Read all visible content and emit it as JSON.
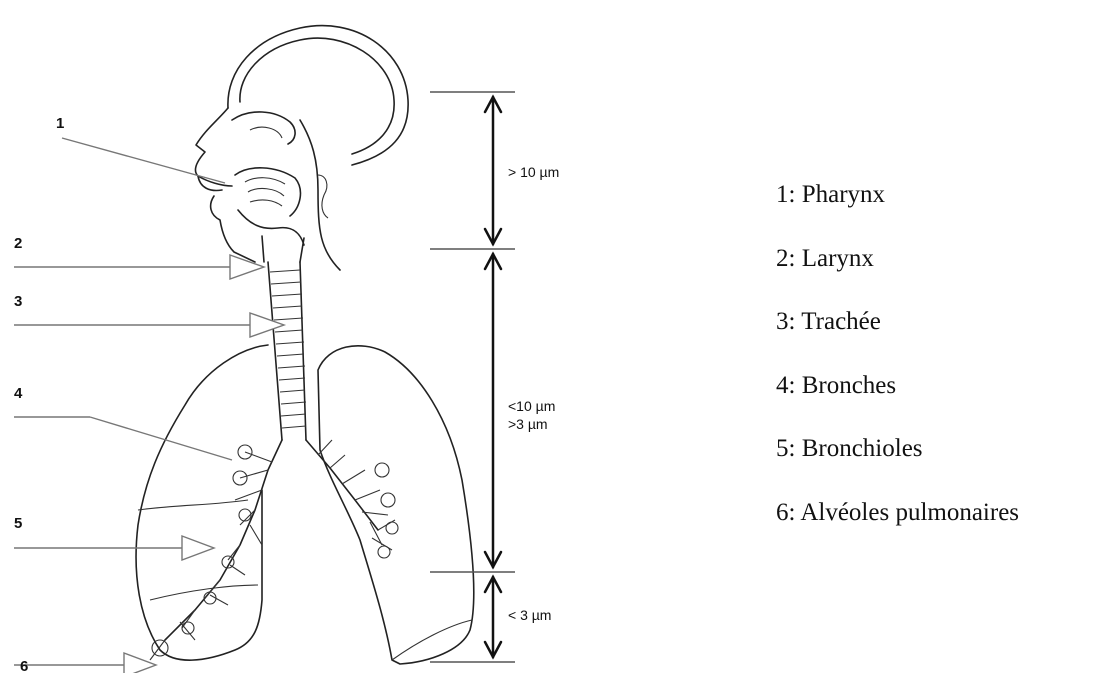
{
  "markers": [
    "1",
    "2",
    "3",
    "4",
    "5",
    "6"
  ],
  "size_zones": [
    {
      "label_lines": [
        "> 10 µm"
      ]
    },
    {
      "label_lines": [
        "<10 µm",
        ">3 µm"
      ]
    },
    {
      "label_lines": [
        "< 3 µm"
      ]
    }
  ],
  "legend": [
    {
      "number": "1",
      "sep": ": ",
      "name": "Pharynx"
    },
    {
      "number": "2",
      "sep": ": ",
      "name": "Larynx"
    },
    {
      "number": "3",
      "sep": ": ",
      "name": "Trachée"
    },
    {
      "number": "4",
      "sep": ": ",
      "name": "Bronches"
    },
    {
      "number": "5",
      "sep": ": ",
      "name": "Bronchioles"
    },
    {
      "number": "6",
      "sep": ": ",
      "name": "Alvéoles pulmonaires"
    }
  ]
}
